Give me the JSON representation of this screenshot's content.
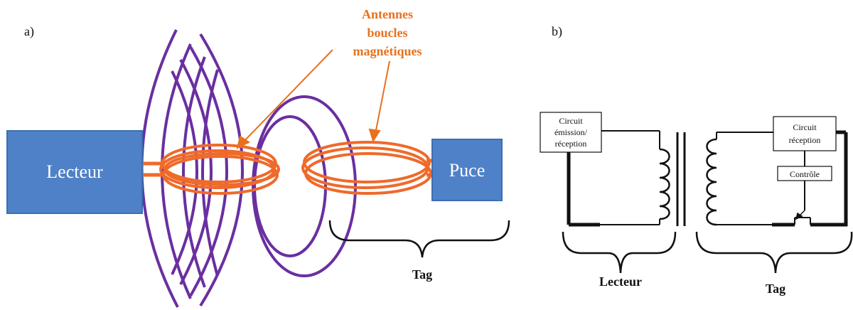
{
  "panel_a": {
    "label": "a)",
    "reader_box": "Lecteur",
    "chip_box": "Puce",
    "antenna_label_line1": "Antennes",
    "antenna_label_line2": "boucles",
    "antenna_label_line3": "magnétiques",
    "tag_label": "Tag",
    "colors": {
      "box": "#4f81c8",
      "field": "#6a2fa0",
      "coil": "#ef6a2a",
      "annotation": "#e8711e"
    }
  },
  "panel_b": {
    "label": "b)",
    "reader_circuit_line1": "Circuit",
    "reader_circuit_line2": "émission/",
    "reader_circuit_line3": "réception",
    "tag_circuit_line1": "Circuit",
    "tag_circuit_line2": "réception",
    "control_box": "Contrôle",
    "reader_label": "Lecteur",
    "tag_label": "Tag"
  }
}
